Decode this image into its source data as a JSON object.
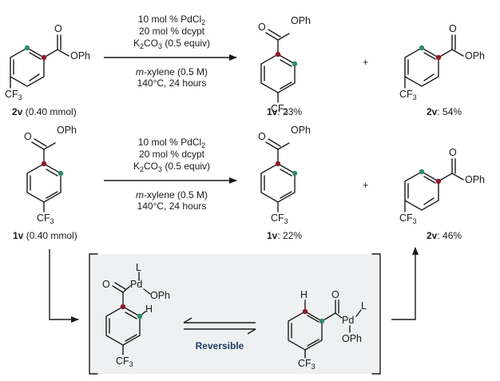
{
  "conditions": {
    "line1": "10 mol % PdCl",
    "line1_sub": "2",
    "line2": "20 mol % dcypt",
    "line3_a": "K",
    "line3_sub": "2",
    "line3_b": "CO",
    "line3_sub2": "3",
    "line3_c": " (0.5 equiv)",
    "line4_italic": "m",
    "line4_rest": "-xylene (0.5 M)",
    "line5": "140°C, 24 hours"
  },
  "atoms": {
    "O": "O",
    "OPh": "OPh",
    "CF3_main": "CF",
    "CF3_sub": "3",
    "H": "H",
    "Pd": "Pd",
    "L": "L"
  },
  "reaction1": {
    "sm_id": "2v",
    "sm_amount": " (0.40 mmol)",
    "p1_id": "1v",
    "p1_yield": ": 23%",
    "p2_id": "2v",
    "p2_yield": ": 54%",
    "plus": "+"
  },
  "reaction2": {
    "sm_id": "1v",
    "sm_amount": " (0.40 mmol)",
    "p1_id": "1v",
    "p1_yield": ": 22%",
    "p2_id": "2v",
    "p2_yield": ": 46%",
    "plus": "+"
  },
  "mechanism": {
    "label": "Reversible"
  },
  "colors": {
    "dot_red": "#8b1a2b",
    "dot_teal": "#2e8b6e",
    "box_fill": "#eef0f1",
    "ink": "#1a1a1a",
    "label_blue": "#1f3a5f"
  }
}
